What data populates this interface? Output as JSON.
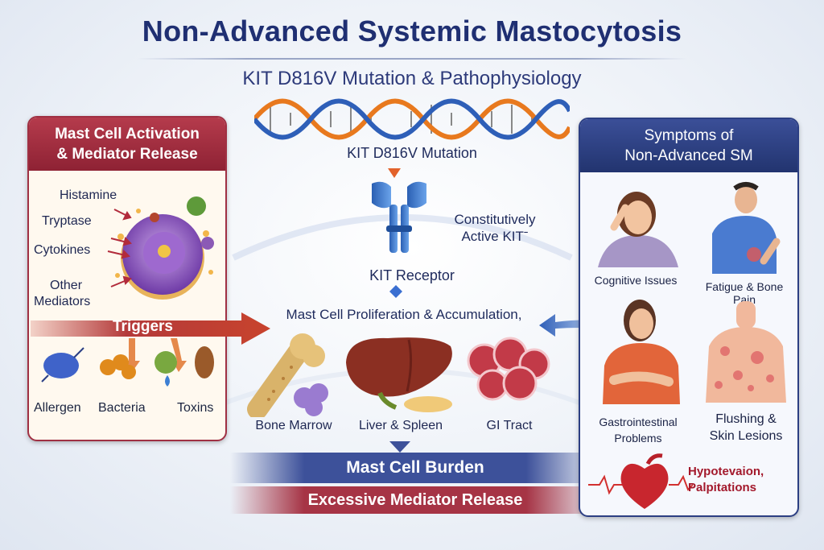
{
  "header": {
    "title": "Non-Advanced Systemic Mastocytosis",
    "subtitle": "KIT D816V Mutation & Pathophysiology"
  },
  "left_panel": {
    "title_line1": "Mast Cell Activation",
    "title_line2": "& Mediator Release",
    "mediators": [
      "Histamine",
      "Tryptase",
      "Cytokines",
      "Other",
      "Mediators"
    ],
    "triggers_label": "Triggers",
    "trigger_items": [
      "Allergen",
      "Bacteria",
      "Toxins"
    ]
  },
  "center": {
    "mutation_label": "KIT D816V Mutation",
    "active_kit_line1": "Constitutively",
    "active_kit_line2": "Active KITˉ",
    "receptor_label": "KIT Receptor",
    "proliferation_label": "Mast Cell Proliferation & Accumulation,",
    "organs": [
      "Bone Marrow",
      "Liver & Spleen",
      "GI Tract"
    ],
    "burden_label": "Mast Cell Burden",
    "release_label": "Excessive Mediator Release"
  },
  "right_panel": {
    "title_line1": "Symptoms of",
    "title_line2": "Non-Advanced SM",
    "symptoms": {
      "cognitive": "Cognitive Issues",
      "fatigue": "Fatigue & Bone Pain",
      "gi_line1": "Gastrointestinal",
      "gi_line2": "Problems",
      "flush_line1": "Flushing &",
      "flush_line2": "Skin Lesions",
      "cardio_line1": "Hypotevaion,",
      "cardio_line2": "Palpitations"
    }
  },
  "colors": {
    "navy": "#1f2f72",
    "crimson": "#a03043",
    "dna_orange": "#e8791e",
    "dna_blue": "#2e5fb8",
    "receptor_blue": "#3f7fd6"
  }
}
